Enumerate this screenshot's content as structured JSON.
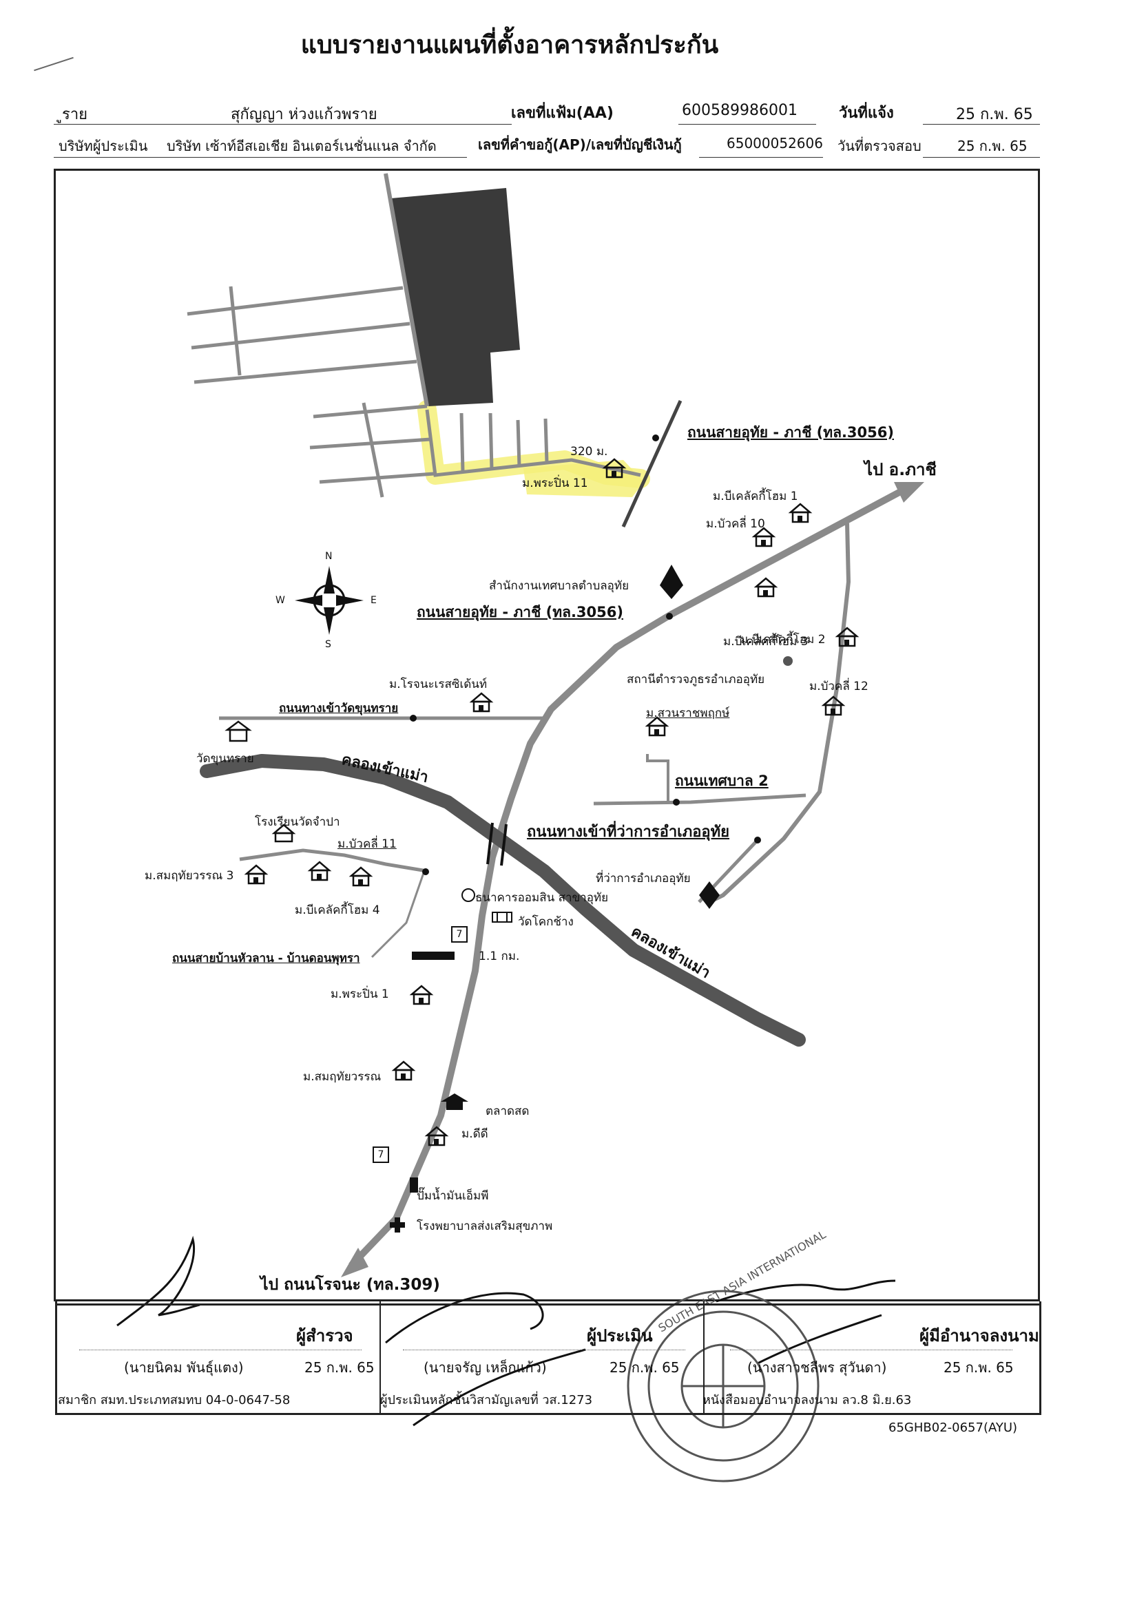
{
  "header": {
    "title": "แบบรายงานแผนที่ตั้งอาคารหลักประกัน",
    "row1": {
      "borrower_label": "ูราย",
      "borrower_name": "สุกัญญา  ห่วงแก้วพราย",
      "file_no_label": "เลขที่แฟ้ม(AA)",
      "file_no": "600589986001",
      "report_date_label": "วันที่แจ้ง",
      "report_date": "25 ก.พ. 65"
    },
    "row2": {
      "appraiser_co_label": "บริษัทผู้ประเมิน",
      "appraiser_co": "บริษัท เซ้าท์อีสเอเชีย อินเตอร์เนชั่นแนล จำกัด",
      "app_no_label": "เลขที่คำขอกู้(AP)/เลขที่บัญชีเงินกู้",
      "app_no": "65000052606",
      "inspect_date_label": "วันที่ตรวจสอบ",
      "inspect_date": "25 ก.พ. 65"
    }
  },
  "map": {
    "labels": {
      "road_3056_top": "ถนนสายอุทัย - ภาชี (ทล.3056)",
      "to_phachi": "ไป อ.ภาชี",
      "distance_320": "320 ม.",
      "phrapin_11": "ม.พระปิ่น 11",
      "blecat_1": "ม.บีเคลัคกี้โฮม 1",
      "buakhli_10": "ม.บัวคลี่ 10",
      "tessaban_office": "สำนักงานเทศบาลตำบลอุทัย",
      "road_3056_mid": "ถนนสายอุทัย - ภาชี (ทล.3056)",
      "blecat_3": "ม.บีเคลัคกี้โฮม 3",
      "blecat_2": "ม.บีเคลัคกี้โฮม 2",
      "police": "สถานีตำรวจภูธรอำเภออุทัย",
      "buakhli_12": "ม.บัวคลี่ 12",
      "rojana": "ม.โรจนะเรสซิเด้นท์",
      "road_wat_khunsai": "ถนนทางเข้าวัดขุนทราย",
      "suanratchaphruek": "ม.สวนราชพฤกษ์",
      "wat_khunsai": "วัดขุนทราย",
      "canal_top": "คลองเข้าแม่า",
      "road_tessaban2": "ถนนเทศบาล 2",
      "school": "โรงเรียนวัดจำปา",
      "buakhli_11": "ม.บัวคลี่ 11",
      "road_district_office": "ถนนทางเข้าที่ว่าการอำเภออุทัย",
      "somruthai_3": "ม.สมฤทัยวรรณ 3",
      "district_office": "ที่ว่าการอำเภออุทัย",
      "gsb": "ธนาคารออมสิน สาขาอุทัย",
      "blecat_4": "ม.บีเคลัคกี้โฮม 4",
      "wat_khok_chang": "วัดโคกช้าง",
      "canal_bottom": "คลองเข้าแม่า",
      "road_huaklan": "ถนนสายบ้านหัวลาน - บ้านดอนพุทรา",
      "distance_1_1": "1.1 กม.",
      "phrapin_1": "ม.พระปิ่น 1",
      "somruthai": "ม.สมฤทัยวรรณ",
      "market": "ตลาดสด",
      "mdd": "ม.ดีดี",
      "ptt": "ปั๊มน้ำมันเอ็มพี",
      "hospital": "โรงพยาบาลส่งเสริมสุขภาพ",
      "to_rojana": "ไป ถนนโรจนะ (ทล.309)",
      "compass_n": "N",
      "compass_s": "S",
      "compass_e": "E",
      "compass_w": "W",
      "seven_eleven": "7"
    },
    "highlight_color": "#f4f07a",
    "building_color": "#3a3a3a",
    "road_color": "#8a8a8a",
    "canal_color": "#555555"
  },
  "signatures": {
    "surveyor_title": "ผู้สำรวจ",
    "surveyor_name": "(นายนิคม พันธุ์แตง)",
    "surveyor_date": "25 ก.พ. 65",
    "surveyor_note": "สมาชิก สมท.ประเภทสมทบ 04-0-0647-58",
    "appraiser_title": "ผู้ประเมิน",
    "appraiser_name": "(นายจรัญ  เหล็กแก้ว)",
    "appraiser_date": "25 ก.พ. 65",
    "appraiser_note": "ผู้ประเมินหลักชั้นวิสามัญเลขที่ วส.1273",
    "authority_title": "ผู้มีอำนาจลงนาม",
    "authority_name": "(นางสาวชลีพร สุวันดา)",
    "authority_date": "25 ก.พ. 65",
    "authority_note": "หนังสือมอบอำนาจลงนาม ลว.8 มิ.ย.63",
    "ref_code": "65GHB02-0657(AYU)",
    "stamp_text": "SOUTH EAST ASIA INTERNATIONAL"
  }
}
